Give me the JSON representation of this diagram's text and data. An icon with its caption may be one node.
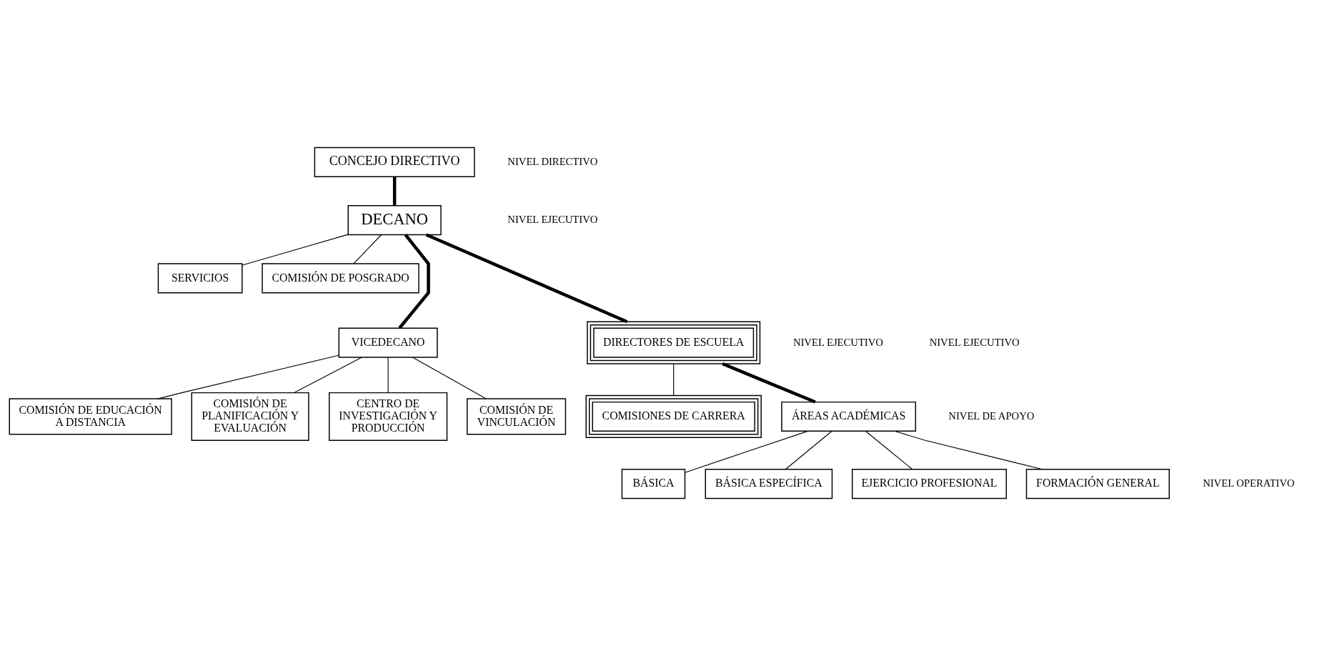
{
  "diagram": {
    "nodes": [
      {
        "text": [
          "CONCEJO DIRECTIVO"
        ]
      },
      {
        "text": [
          "DECANO"
        ]
      },
      {
        "text": [
          "SERVICIOS"
        ]
      },
      {
        "text": [
          "COMISIÓN DE POSGRADO"
        ]
      },
      {
        "text": [
          "VICEDECANO"
        ]
      },
      {
        "text": [
          "DIRECTORES DE ESCUELA"
        ]
      },
      {
        "text": [
          "COMISIÓN DE EDUCACIÓN A DISTANCIA"
        ]
      },
      {
        "text": [
          "COMISIÓN DE PLANIFICACIÓN Y EVALUACIÓN"
        ]
      },
      {
        "text": [
          "CENTRO DE INVESTIGACIÓN Y PRODUCCIÓN"
        ]
      },
      {
        "text": [
          "COMISIÓN DE VINCULACIÓN"
        ]
      },
      {
        "text": [
          "COMISIONES DE CARRERA"
        ]
      },
      {
        "text": [
          "ÁREAS ACADÉMICAS"
        ]
      },
      {
        "text": [
          "BÁSICA"
        ]
      },
      {
        "text": [
          "BÁSICA ESPECÍFICA"
        ]
      },
      {
        "text": [
          "EJERCICIO PROFESIONAL"
        ]
      },
      {
        "text": [
          "FORMACIÓN GENERAL"
        ]
      }
    ],
    "edges": [
      {
        "from": 0,
        "to": 1,
        "arrow": "none",
        "style": "thick"
      },
      {
        "from": 1,
        "to": 3,
        "arrow": "none"
      },
      {
        "from": 1,
        "to": 2,
        "arrow": "none"
      },
      {
        "from": 1,
        "to": 4,
        "arrow": "none",
        "style": "thick"
      },
      {
        "from": 1,
        "to": 5,
        "arrow": "none",
        "style": "thick"
      },
      {
        "from": 4,
        "to": 6,
        "arrow": "none"
      },
      {
        "from": 4,
        "to": 7,
        "arrow": "none"
      },
      {
        "from": 4,
        "to": 8,
        "arrow": "none"
      },
      {
        "from": 4,
        "to": 9,
        "arrow": "none"
      },
      {
        "from": 5,
        "to": 10,
        "arrow": "none"
      },
      {
        "from": 5,
        "to": 11,
        "arrow": "none",
        "style": "thick"
      },
      {
        "from": 11,
        "to": 12,
        "arrow": "none"
      },
      {
        "from": 11,
        "to": 13,
        "arrow": "none"
      },
      {
        "from": 11,
        "to": 14,
        "arrow": "none"
      },
      {
        "from": 11,
        "to": 15,
        "arrow": "none"
      }
    ],
    "labels": [
      "NIVEL DIRECTIVO",
      "NIVEL EJECUTIVO",
      "NIVEL EJECUTIVO",
      "NIVEL EJECUTIVO",
      "NIVEL OPERATIVO",
      "NIVEL DE APOYO"
    ]
  }
}
